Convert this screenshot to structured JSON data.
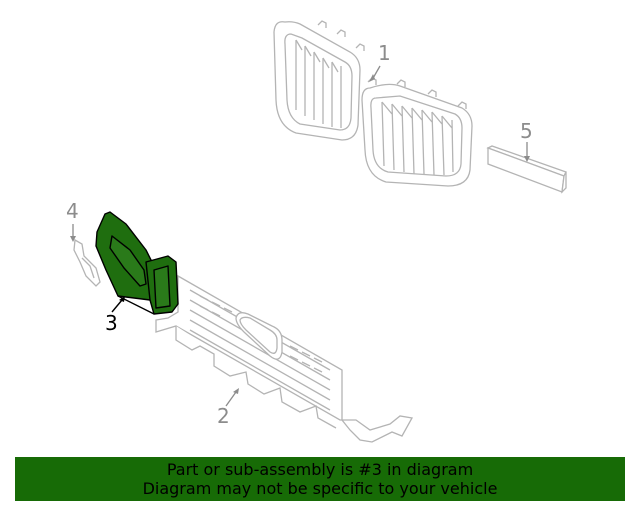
{
  "diagram": {
    "callouts": [
      {
        "number": "1",
        "part": "kidney-grille",
        "highlighted": false
      },
      {
        "number": "2",
        "part": "lower-grille-panel",
        "highlighted": false
      },
      {
        "number": "3",
        "part": "air-duct-bracket",
        "highlighted": true
      },
      {
        "number": "4",
        "part": "small-bracket",
        "highlighted": false
      },
      {
        "number": "5",
        "part": "trim-strip",
        "highlighted": false
      }
    ],
    "colors": {
      "line_art": "#b4b4b4",
      "callout_text": "#8c8c8c",
      "highlight_fill": "#1f6e0f",
      "highlight_outline": "#000000",
      "banner_bg": "#176b06"
    }
  },
  "banner": {
    "line1": "Part or sub-assembly is #3 in diagram",
    "line2": "Diagram may not be specific to your vehicle"
  }
}
